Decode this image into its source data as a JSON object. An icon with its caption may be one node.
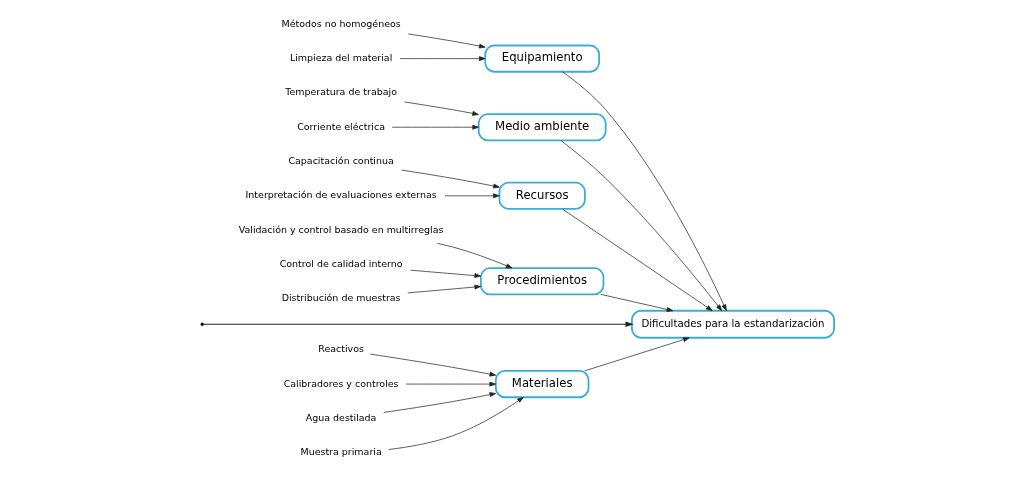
{
  "diagram": {
    "nodes": [
      {
        "text": [
          "Materiales"
        ]
      },
      {
        "text": [
          "Equipamiento"
        ]
      },
      {
        "text": [
          "Medio ambiente"
        ]
      },
      {
        "text": [
          "Dificultades para la estandarización"
        ]
      },
      {
        "text": [
          "Recursos"
        ]
      },
      {
        "text": [
          "Procedimientos"
        ]
      },
      {
        "text": [
          "Reactivos"
        ]
      },
      {
        "text": [
          "Calibradores y controles"
        ]
      },
      {
        "text": [
          "Agua destilada"
        ]
      },
      {
        "text": [
          "Muestra primaria"
        ]
      },
      {
        "text": [
          "Métodos no homogéneos"
        ]
      },
      {
        "text": [
          "Limpieza del material"
        ]
      },
      {
        "text": [
          "Temperatura de trabajo"
        ]
      },
      {
        "text": [
          "Corriente eléctrica"
        ]
      },
      {
        "text": [
          "Capacitación continua"
        ]
      },
      {
        "text": [
          "Interpretación de evaluaciones externas"
        ]
      },
      {
        "text": [
          "Validación y control basado en multirreglas"
        ]
      },
      {
        "text": [
          "Control de calidad interno"
        ]
      },
      {
        "text": [
          "Distribución de muestras"
        ]
      }
    ],
    "edges": [
      {
        "from": null,
        "to": 3,
        "arrow": "to"
      },
      {
        "from": 0,
        "to": 3,
        "arrow": "to"
      },
      {
        "from": 1,
        "to": 3,
        "arrow": "to"
      },
      {
        "from": 2,
        "to": 3,
        "arrow": "to"
      },
      {
        "from": 4,
        "to": 3,
        "arrow": "to"
      },
      {
        "from": 5,
        "to": 3,
        "arrow": "to"
      },
      {
        "from": 6,
        "to": 0,
        "arrow": "to"
      },
      {
        "from": 7,
        "to": 0,
        "arrow": "to"
      },
      {
        "from": 8,
        "to": 0,
        "arrow": "to"
      },
      {
        "from": 9,
        "to": 0,
        "arrow": "to"
      },
      {
        "from": 10,
        "to": 1,
        "arrow": "to"
      },
      {
        "from": 11,
        "to": 1,
        "arrow": "to"
      },
      {
        "from": 12,
        "to": 2,
        "arrow": "to"
      },
      {
        "from": 13,
        "to": 2,
        "arrow": "to"
      },
      {
        "from": 14,
        "to": 4,
        "arrow": "to"
      },
      {
        "from": 15,
        "to": 4,
        "arrow": "to"
      },
      {
        "from": 16,
        "to": 5,
        "arrow": "to"
      },
      {
        "from": 17,
        "to": 5,
        "arrow": "to"
      },
      {
        "from": 18,
        "to": 5,
        "arrow": "to"
      }
    ]
  }
}
